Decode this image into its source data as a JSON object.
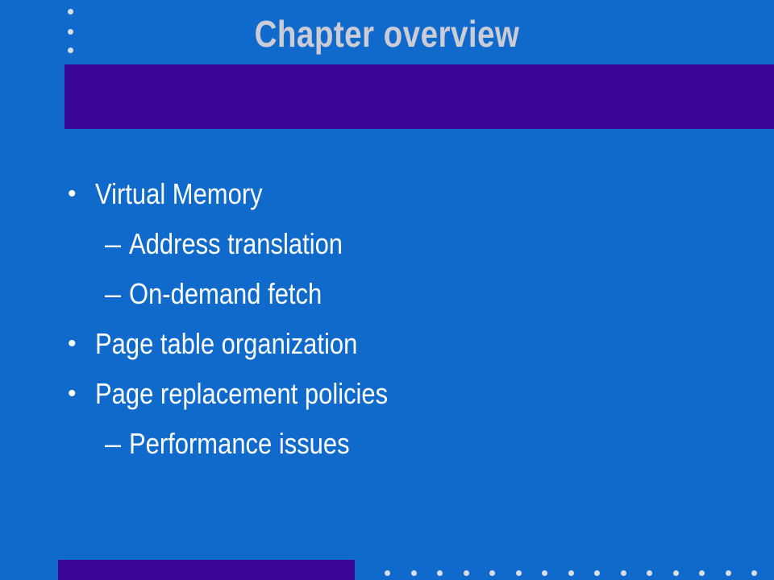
{
  "slide": {
    "title": "Chapter overview",
    "bullets": [
      {
        "marker": "•",
        "text": "Virtual Memory"
      },
      {
        "marker": "–",
        "text": "Address translation"
      },
      {
        "marker": "–",
        "text": "On-demand fetch"
      },
      {
        "marker": "•",
        "text": "Page table organization"
      },
      {
        "marker": "•",
        "text": "Page replacement policies"
      },
      {
        "marker": "–",
        "text": "Performance issues"
      }
    ]
  },
  "colors": {
    "background": "#0F6ACB",
    "accent_bar": "#3A0797",
    "title_text": "#CCCCD6",
    "body_text": "#FFFFFF",
    "decor_dots": "#D9DDE8"
  }
}
